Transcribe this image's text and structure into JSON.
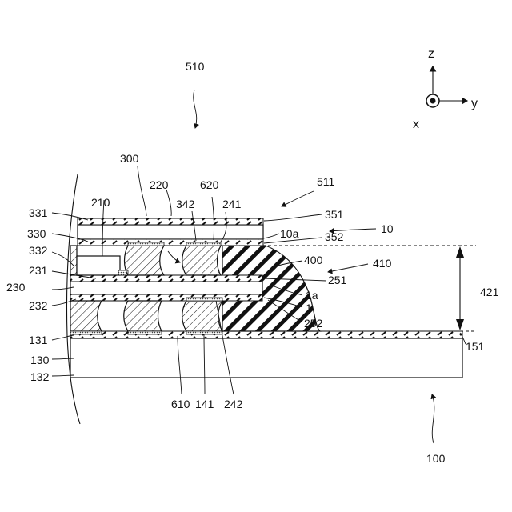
{
  "labels": {
    "l510": "510",
    "l300": "300",
    "l511": "511",
    "l220": "220",
    "l620": "620",
    "l210": "210",
    "l342": "342",
    "l241": "241",
    "l331": "331",
    "l351": "351",
    "l10": "10",
    "l330": "330",
    "l10a": "10a",
    "l352": "352",
    "l332": "332",
    "l400": "400",
    "l410": "410",
    "l231": "231",
    "l251": "251",
    "l230": "230",
    "l1a": "1a",
    "l421": "421",
    "l232": "232",
    "l1": "1",
    "l252": "252",
    "l131": "131",
    "l151": "151",
    "l130": "130",
    "l132": "132",
    "l610": "610",
    "l141": "141",
    "l242": "242",
    "l100": "100"
  },
  "axes": {
    "z": "z",
    "y": "y",
    "x": "x"
  }
}
